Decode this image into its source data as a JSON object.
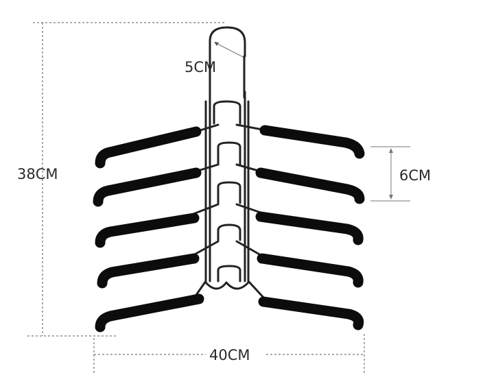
{
  "product": {
    "name": "multi-layer hanger",
    "colors": {
      "foam": "#0c0c0c",
      "wire": "#222222",
      "background": "#ffffff",
      "dimension_lines": "#555555"
    }
  },
  "dimensions": {
    "hook_label": "5CM",
    "height_label": "38CM",
    "spacing_label": "6CM",
    "width_label": "40CM"
  },
  "tiers": 5
}
